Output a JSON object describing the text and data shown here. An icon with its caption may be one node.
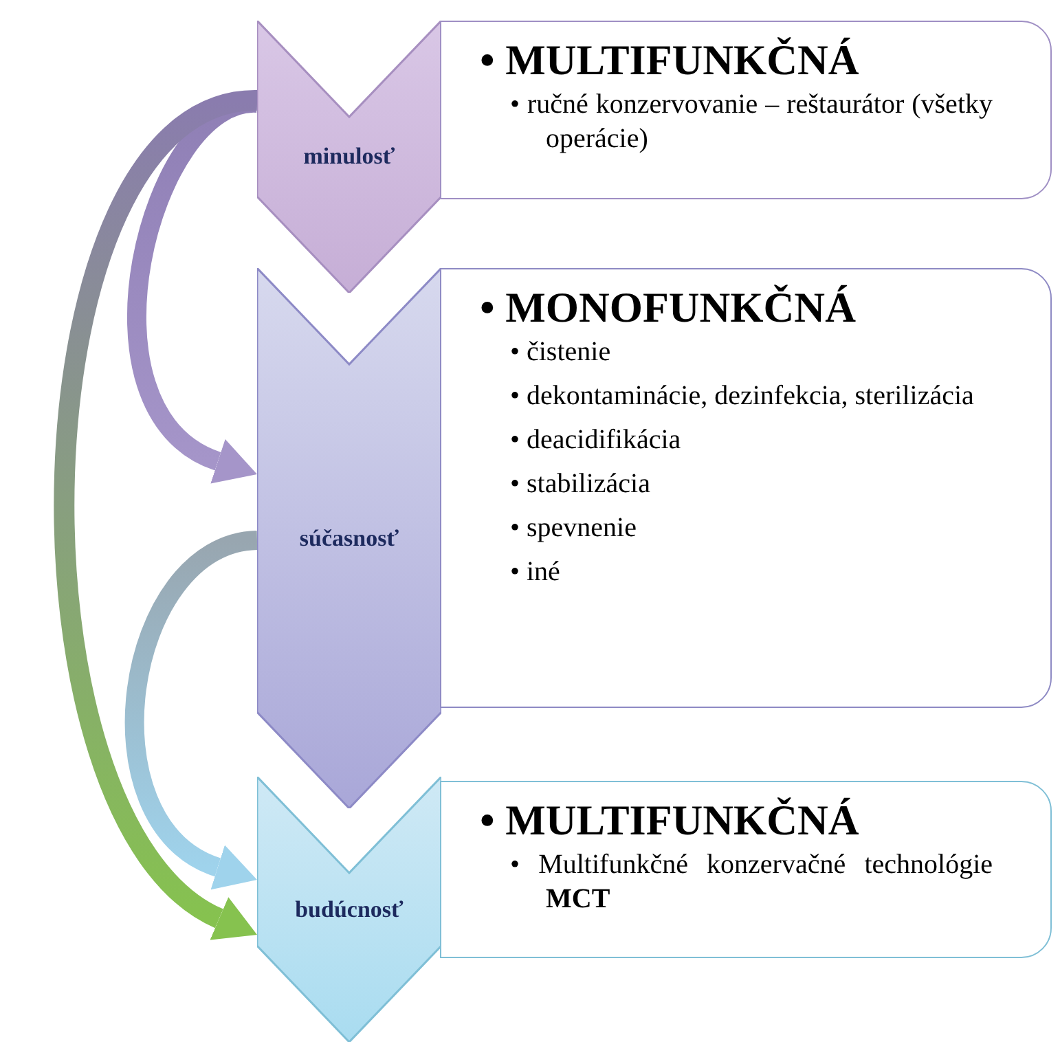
{
  "diagram": {
    "nodes": [
      {
        "text": [
          "minulosť"
        ]
      },
      {
        "text": [
          "• MULTIFUNKČNÁ",
          "• ručné konzervovanie – reštaurátor (všetky operácie)"
        ]
      },
      {
        "text": [
          "súčasnosť"
        ]
      },
      {
        "text": [
          "• MONOFUNKČNÁ",
          "• čistenie",
          "• dekontaminácie, dezinfekcia, sterilizácia",
          "• deacidifikácia",
          "• stabilizácia",
          "• spevnenie",
          "• iné"
        ]
      },
      {
        "text": [
          "budúcnosť"
        ]
      },
      {
        "text": [
          "• MULTIFUNKČNÁ",
          "• Multifunkčné konzervačné technológie **MCT**"
        ]
      }
    ],
    "edges": [
      {
        "from": 0,
        "to": 2,
        "arrow": "to",
        "color": "#a595c9"
      },
      {
        "from": 0,
        "to": 4,
        "arrow": "to",
        "color": "#86c24f"
      },
      {
        "from": 2,
        "to": 4,
        "arrow": "to",
        "color": "#9fd3ec"
      }
    ]
  }
}
